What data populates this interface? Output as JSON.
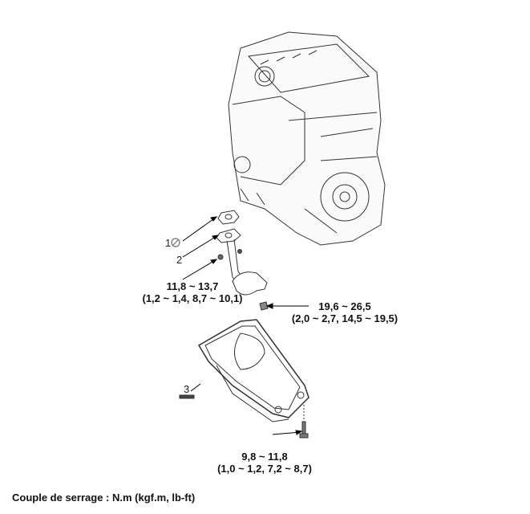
{
  "callouts": {
    "c1": "1",
    "c2": "2",
    "c3": "3"
  },
  "torques": {
    "pickup_bolt": {
      "nm": "11,8 ~ 13,7",
      "alt": "(1,2 ~ 1,4, 8,7 ~ 10,1)"
    },
    "drain_plug": {
      "nm": "19,6 ~ 26,5",
      "alt": "(2,0 ~ 2,7, 14,5 ~ 19,5)"
    },
    "pan_bolt": {
      "nm": "9,8 ~ 11,8",
      "alt": "(1,0 ~ 1,2, 7,2 ~ 8,7)"
    }
  },
  "footer": "Couple de serrage : N.m (kgf.m, lb-ft)"
}
